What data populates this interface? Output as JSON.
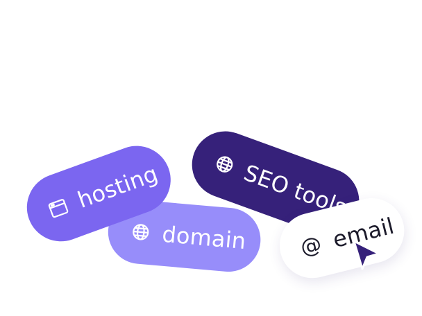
{
  "colors": {
    "seo_bg": "#36217a",
    "hosting_bg": "#7b66f0",
    "domain_bg": "#978dfa",
    "email_bg": "#ffffff",
    "pill_text_light": "#ffffff",
    "pill_text_dark": "#1c1b2b",
    "cursor": "#36217a"
  },
  "tags": {
    "seo": {
      "label": "SEO tools",
      "icon": "globe-icon"
    },
    "hosting": {
      "label": "hosting",
      "icon": "browser-window-icon"
    },
    "domain": {
      "label": "domain",
      "icon": "globe-icon"
    },
    "email": {
      "label": "email",
      "icon_text": "@"
    }
  },
  "cursor_icon": "pointer-arrow-icon"
}
